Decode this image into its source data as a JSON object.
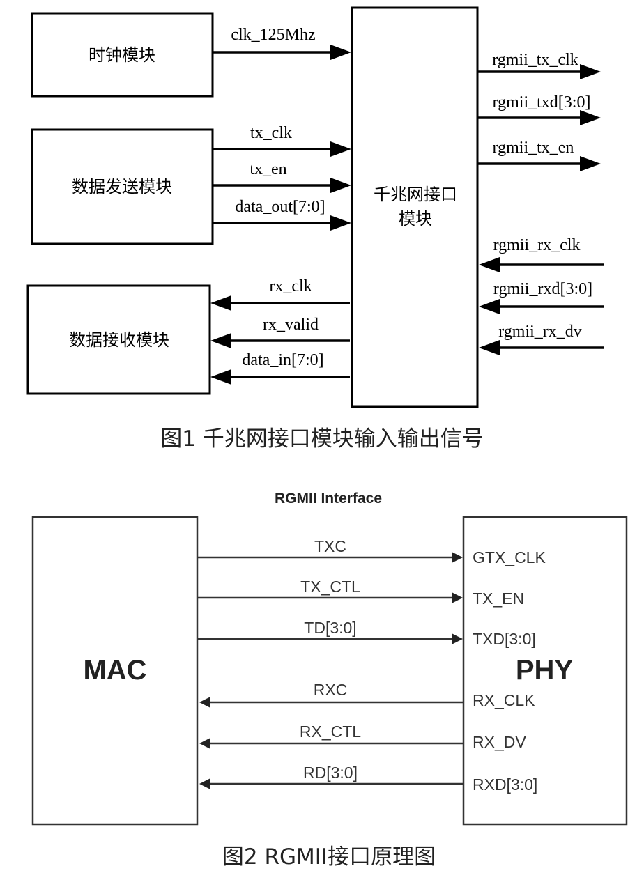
{
  "figure1": {
    "blocks": {
      "clock": "时钟模块",
      "tx": "数据发送模块",
      "rx": "数据接收模块",
      "gige_line1": "千兆网接口",
      "gige_line2": "模块"
    },
    "signals": {
      "clk_125mhz": "clk_125Mhz",
      "tx_clk": "tx_clk",
      "tx_en": "tx_en",
      "data_out": "data_out[7:0]",
      "rx_clk": "rx_clk",
      "rx_valid": "rx_valid",
      "data_in": "data_in[7:0]",
      "rgmii_tx_clk": "rgmii_tx_clk",
      "rgmii_txd": "rgmii_txd[3:0]",
      "rgmii_tx_en": "rgmii_tx_en",
      "rgmii_rx_clk": "rgmii_rx_clk",
      "rgmii_rxd": "rgmii_rxd[3:0]",
      "rgmii_rx_dv": "rgmii_rx_dv"
    },
    "caption": "图1 千兆网接口模块输入输出信号"
  },
  "figure2": {
    "title": "RGMII Interface",
    "mac": "MAC",
    "phy": "PHY",
    "lines": {
      "txc": "TXC",
      "tx_ctl": "TX_CTL",
      "td": "TD[3:0]",
      "rxc": "RXC",
      "rx_ctl": "RX_CTL",
      "rd": "RD[3:0]"
    },
    "phy_pins": {
      "gtx_clk": "GTX_CLK",
      "tx_en": "TX_EN",
      "txd": "TXD[3:0]",
      "rx_clk": "RX_CLK",
      "rx_dv": "RX_DV",
      "rxd": "RXD[3:0]"
    },
    "caption": "图2 RGMII接口原理图"
  }
}
